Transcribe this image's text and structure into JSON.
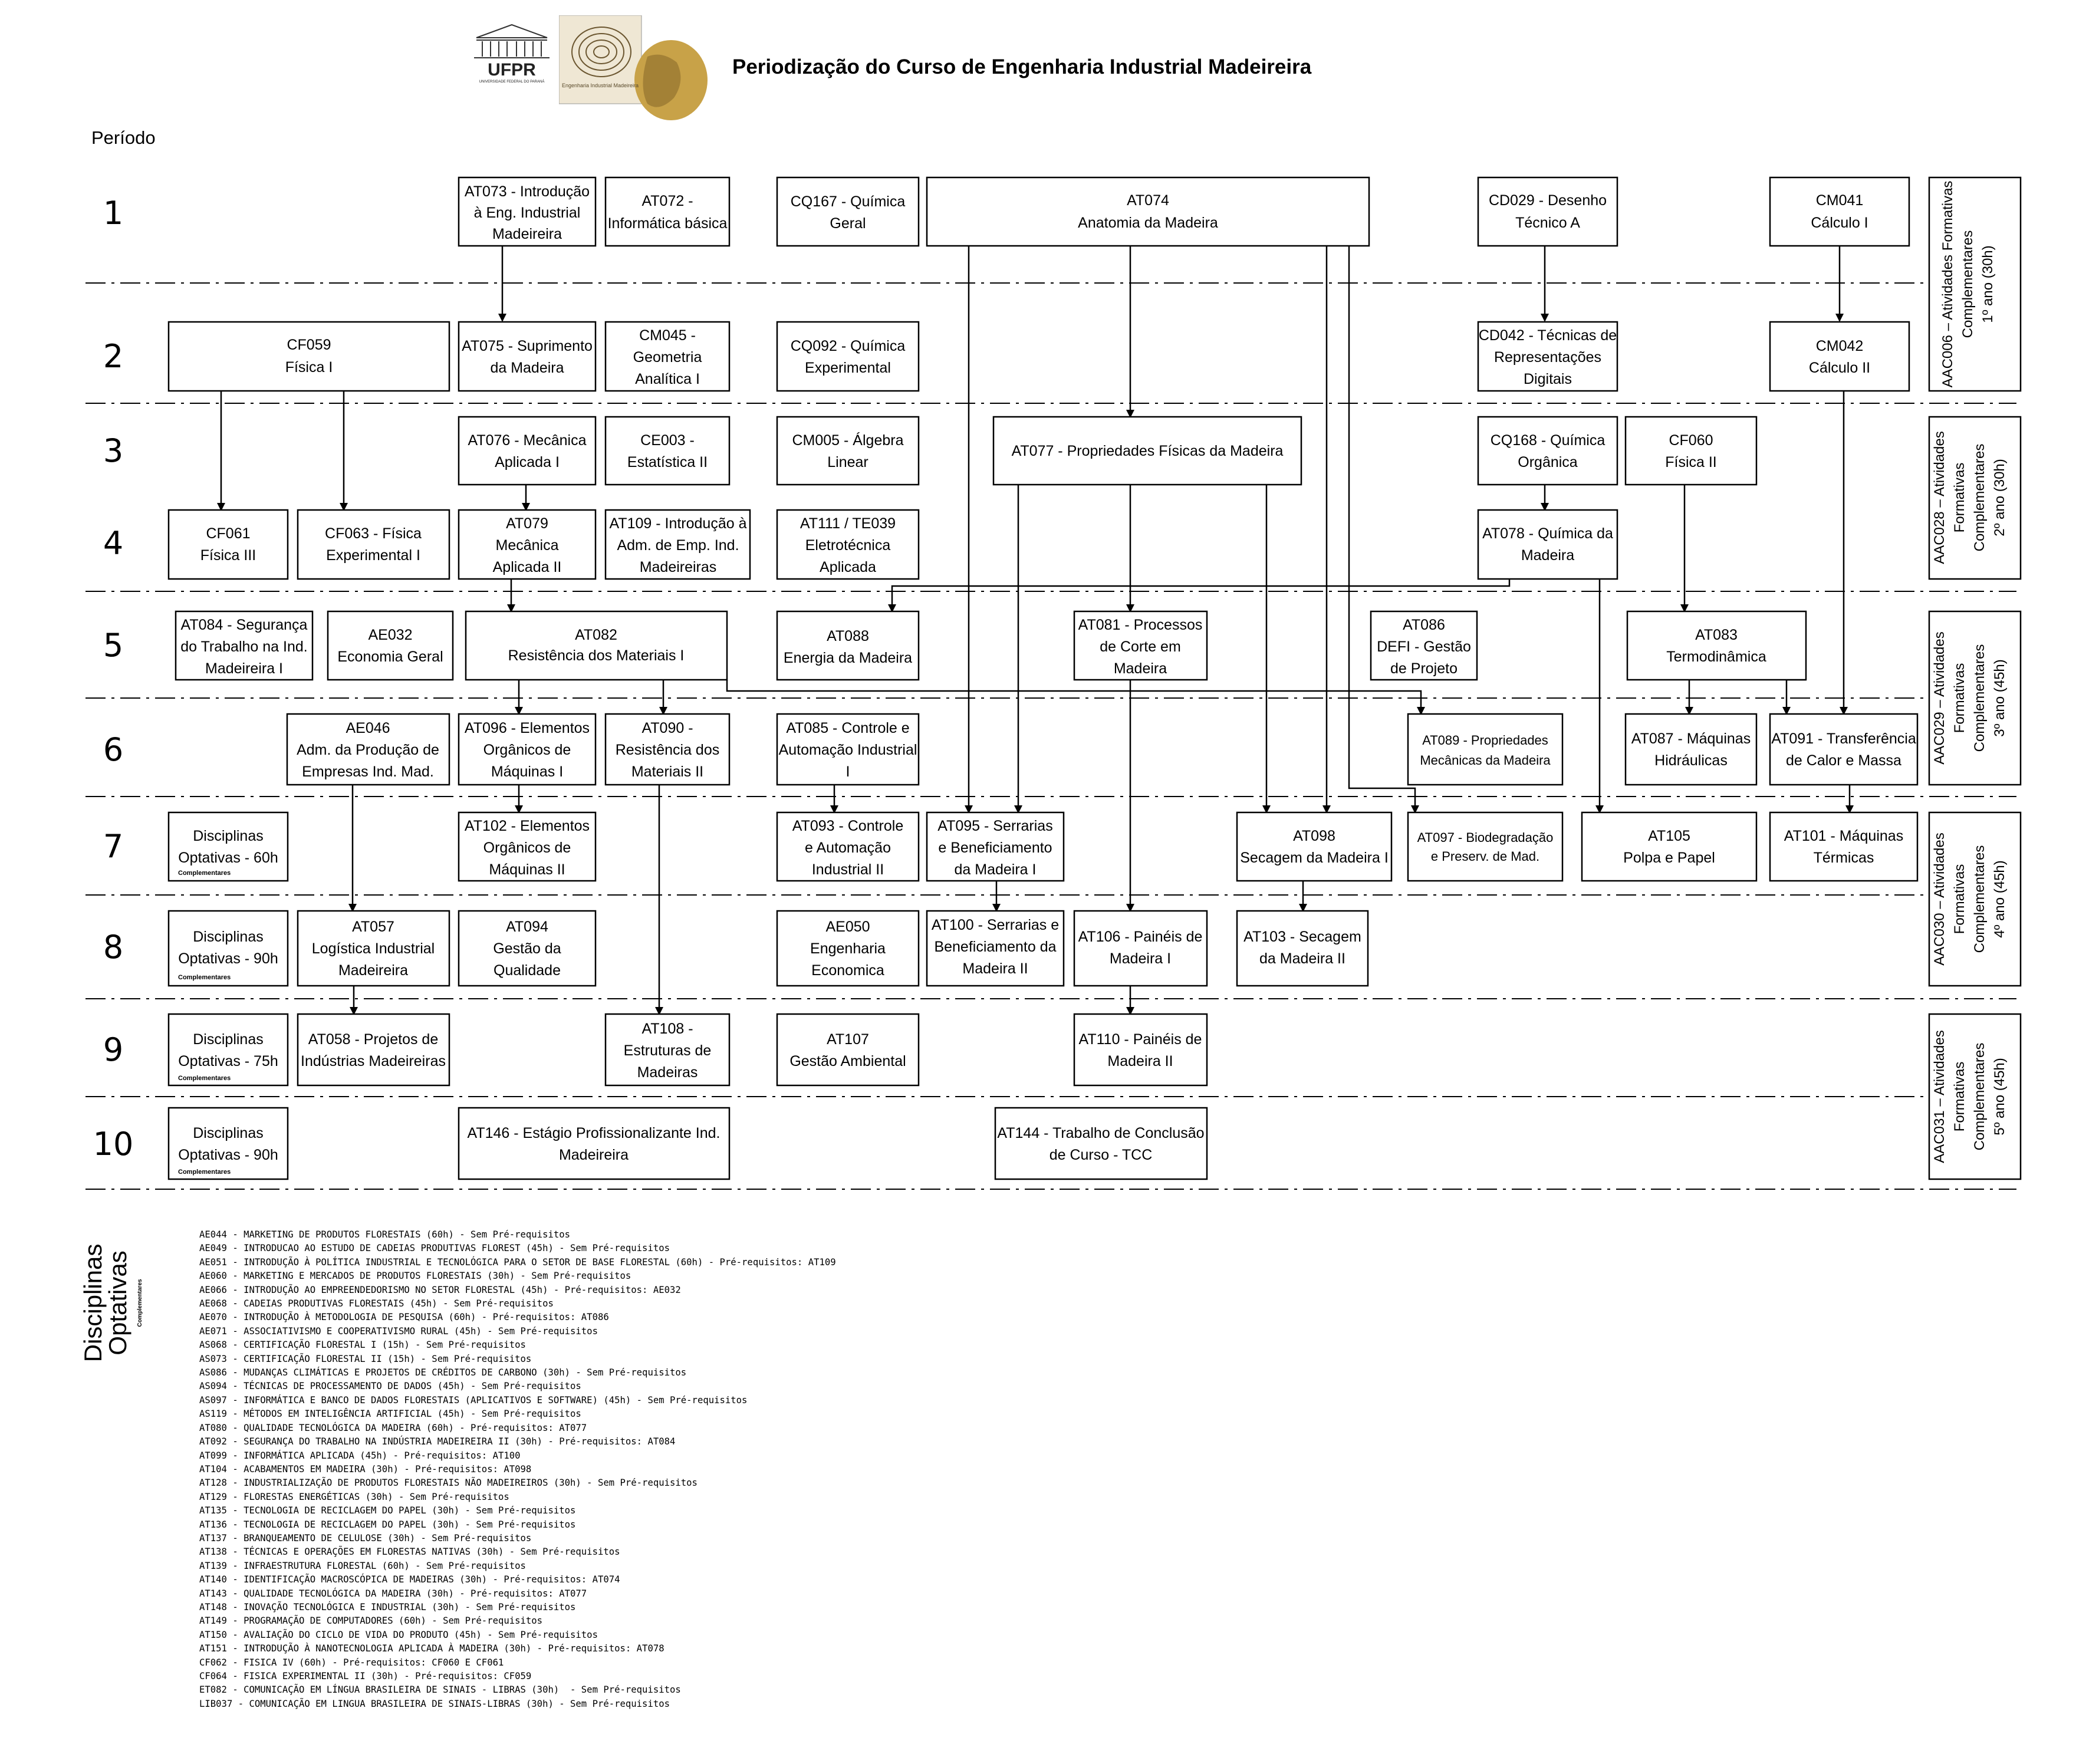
{
  "header": {
    "title": "Periodização do Curso de Engenharia Industrial Madeireira",
    "logo_ufpr_text": "UFPR",
    "logo_ufpr_subtext": "UNIVERSIDADE FEDERAL DO PARANÁ",
    "logo_eim_text": "Engenharia Industrial Madeireira"
  },
  "periodo_label": "Período",
  "periods": [
    "1",
    "2",
    "3",
    "4",
    "5",
    "6",
    "7",
    "8",
    "9",
    "10"
  ],
  "courses": [
    {
      "id": "AT073",
      "lines": [
        "AT073 - Introdução",
        "à Eng. Industrial",
        "Madeireira"
      ]
    },
    {
      "id": "AT072",
      "lines": [
        "AT072 -",
        "Informática básica"
      ]
    },
    {
      "id": "CQ167",
      "lines": [
        "CQ167 - Química",
        "Geral"
      ]
    },
    {
      "id": "AT074",
      "lines": [
        "AT074",
        "Anatomia da Madeira"
      ]
    },
    {
      "id": "CD029",
      "lines": [
        "CD029 - Desenho",
        "Técnico A"
      ]
    },
    {
      "id": "CM041",
      "lines": [
        "CM041",
        "Cálculo I"
      ]
    },
    {
      "id": "CF059",
      "lines": [
        "CF059",
        "Física I"
      ]
    },
    {
      "id": "AT075",
      "lines": [
        "AT075 - Suprimento",
        "da Madeira"
      ]
    },
    {
      "id": "CM045",
      "lines": [
        "CM045 -",
        "Geometria",
        "Analítica I"
      ]
    },
    {
      "id": "CQ092",
      "lines": [
        "CQ092 - Química",
        "Experimental"
      ]
    },
    {
      "id": "CD042",
      "lines": [
        "CD042 - Técnicas de",
        "Representações",
        "Digitais"
      ]
    },
    {
      "id": "CM042",
      "lines": [
        "CM042",
        "Cálculo II"
      ]
    },
    {
      "id": "AT076",
      "lines": [
        "AT076 - Mecânica",
        "Aplicada I"
      ]
    },
    {
      "id": "CE003",
      "lines": [
        "CE003 -",
        "Estatística II"
      ]
    },
    {
      "id": "CM005",
      "lines": [
        "CM005 - Álgebra",
        "Linear"
      ]
    },
    {
      "id": "AT077",
      "lines": [
        "AT077 - Propriedades Físicas da Madeira"
      ]
    },
    {
      "id": "CQ168",
      "lines": [
        "CQ168 - Química",
        "Orgânica"
      ]
    },
    {
      "id": "CF060",
      "lines": [
        "CF060",
        "Física II"
      ]
    },
    {
      "id": "CF061",
      "lines": [
        "CF061",
        "Física III"
      ]
    },
    {
      "id": "CF063",
      "lines": [
        "CF063 - Física",
        "Experimental I"
      ]
    },
    {
      "id": "AT079",
      "lines": [
        "AT079",
        "Mecânica",
        "Aplicada II"
      ]
    },
    {
      "id": "AT109",
      "lines": [
        "AT109 - Introdução à",
        "Adm. de Emp. Ind.",
        "Madeireiras"
      ]
    },
    {
      "id": "AT111",
      "lines": [
        "AT111 / TE039",
        "Eletrotécnica",
        "Aplicada"
      ]
    },
    {
      "id": "AT078",
      "lines": [
        "AT078 - Química da",
        "Madeira"
      ]
    },
    {
      "id": "AT084",
      "lines": [
        "AT084 - Segurança",
        "do Trabalho na Ind.",
        "Madeireira I"
      ]
    },
    {
      "id": "AE032",
      "lines": [
        "AE032",
        "Economia Geral"
      ]
    },
    {
      "id": "AT082",
      "lines": [
        "AT082",
        "Resistência dos Materiais I"
      ]
    },
    {
      "id": "AT088",
      "lines": [
        "AT088",
        "Energia da Madeira"
      ]
    },
    {
      "id": "AT081",
      "lines": [
        "AT081 - Processos",
        "de Corte em",
        "Madeira"
      ]
    },
    {
      "id": "AT086",
      "lines": [
        "AT086",
        "DEFI - Gestão",
        "de Projeto"
      ]
    },
    {
      "id": "AT083",
      "lines": [
        "AT083",
        "Termodinâmica"
      ]
    },
    {
      "id": "AE046",
      "lines": [
        "AE046",
        "Adm. da Produção de",
        "Empresas Ind. Mad."
      ]
    },
    {
      "id": "AT096",
      "lines": [
        "AT096 - Elementos",
        "Orgânicos de",
        "Máquinas I"
      ]
    },
    {
      "id": "AT090",
      "lines": [
        "AT090 -",
        "Resistência dos",
        "Materiais II"
      ]
    },
    {
      "id": "AT085",
      "lines": [
        "AT085 - Controle e",
        "Automação Industrial",
        "I"
      ]
    },
    {
      "id": "AT089",
      "lines": [
        "AT089 - Propriedades",
        "Mecânicas da Madeira"
      ]
    },
    {
      "id": "AT087",
      "lines": [
        "AT087 - Máquinas",
        "Hidráulicas"
      ]
    },
    {
      "id": "AT091",
      "lines": [
        "AT091 - Transferência",
        "de Calor e Massa"
      ]
    },
    {
      "id": "OPT60",
      "lines": [
        "Disciplinas",
        "Optativas - 60h"
      ],
      "sub": "Complementares"
    },
    {
      "id": "AT102",
      "lines": [
        "AT102 - Elementos",
        "Orgânicos de",
        "Máquinas II"
      ]
    },
    {
      "id": "AT093",
      "lines": [
        "AT093 - Controle",
        "e Automação",
        "Industrial II"
      ]
    },
    {
      "id": "AT095",
      "lines": [
        "AT095 - Serrarias",
        "e Beneficiamento",
        "da Madeira I"
      ]
    },
    {
      "id": "AT098",
      "lines": [
        "AT098",
        "Secagem da Madeira I"
      ]
    },
    {
      "id": "AT097",
      "lines": [
        "AT097 - Biodegradação",
        "e Preserv. de Mad."
      ]
    },
    {
      "id": "AT105",
      "lines": [
        "AT105",
        "Polpa e Papel"
      ]
    },
    {
      "id": "AT101",
      "lines": [
        "AT101 - Máquinas",
        "Térmicas"
      ]
    },
    {
      "id": "OPT90A",
      "lines": [
        "Disciplinas",
        "Optativas - 90h"
      ],
      "sub": "Complementares"
    },
    {
      "id": "AT057",
      "lines": [
        "AT057",
        "Logística Industrial",
        "Madeireira"
      ]
    },
    {
      "id": "AT094",
      "lines": [
        "AT094",
        "Gestão da",
        "Qualidade"
      ]
    },
    {
      "id": "AE050",
      "lines": [
        "AE050",
        "Engenharia",
        "Economica"
      ]
    },
    {
      "id": "AT100",
      "lines": [
        "AT100 - Serrarias e",
        "Beneficiamento da",
        "Madeira II"
      ]
    },
    {
      "id": "AT106",
      "lines": [
        "AT106 - Painéis de",
        "Madeira I"
      ]
    },
    {
      "id": "AT103",
      "lines": [
        "AT103 - Secagem",
        "da Madeira II"
      ]
    },
    {
      "id": "OPT75",
      "lines": [
        "Disciplinas",
        "Optativas - 75h"
      ],
      "sub": "Complementares"
    },
    {
      "id": "AT058",
      "lines": [
        "AT058 - Projetos de",
        "Indústrias Madeireiras"
      ]
    },
    {
      "id": "AT108",
      "lines": [
        "AT108 -",
        "Estruturas de",
        "Madeiras"
      ]
    },
    {
      "id": "AT107",
      "lines": [
        "AT107",
        "Gestão Ambiental"
      ]
    },
    {
      "id": "AT110",
      "lines": [
        "AT110 - Painéis de",
        "Madeira II"
      ]
    },
    {
      "id": "OPT90B",
      "lines": [
        "Disciplinas",
        "Optativas -  90h"
      ],
      "sub": "Complementares"
    },
    {
      "id": "AT146",
      "lines": [
        "AT146 - Estágio Profissionalizante Ind.",
        "Madeireira"
      ]
    },
    {
      "id": "AT144",
      "lines": [
        "AT144 - Trabalho de Conclusão",
        "de Curso - TCC"
      ]
    }
  ],
  "side_boxes": [
    {
      "id": "AAC006",
      "lines": [
        "AAC006 – Atividades Formativas",
        "Complementares",
        "1º ano (30h)"
      ]
    },
    {
      "id": "AAC028",
      "lines": [
        "AAC028 – Atividades",
        "Formativas",
        "Complementares",
        "2º ano (30h)"
      ]
    },
    {
      "id": "AAC029",
      "lines": [
        "AAC029 – Atividades",
        "Formativas",
        "Complementares",
        "3º ano (45h)"
      ]
    },
    {
      "id": "AAC030",
      "lines": [
        "AAC030 – Atividades",
        "Formativas",
        "Complementares",
        "4º ano (45h)"
      ]
    },
    {
      "id": "AAC031",
      "lines": [
        "AAC031 – Atividades",
        "Formativas",
        "Complementares",
        "5º ano (45h)"
      ]
    }
  ],
  "optativas_side": {
    "line1": "Disciplinas",
    "line2": "Optativas",
    "sub": "Complementares"
  },
  "optativas_list": [
    "AE044 - MARKETING DE PRODUTOS FLORESTAIS (60h) - Sem Pré-requisitos",
    "AE049 - INTRODUCAO AO ESTUDO DE CADEIAS PRODUTIVAS FLOREST (45h) - Sem Pré-requisitos",
    "AE051 - INTRODUÇÃO À POLÍTICA INDUSTRIAL E TECNOLÓGICA PARA O SETOR DE BASE FLORESTAL (60h) - Pré-requisitos: AT109",
    "AE060 - MARKETING E MERCADOS DE PRODUTOS FLORESTAIS (30h) - Sem Pré-requisitos",
    "AE066 - INTRODUÇÃO AO EMPREENDEDORISMO NO SETOR FLORESTAL (45h) - Pré-requisitos: AE032",
    "AE068 - CADEIAS PRODUTIVAS FLORESTAIS (45h) - Sem Pré-requisitos",
    "AE070 - INTRODUÇÃO À METODOLOGIA DE PESQUISA (60h) - Pré-requisitos: AT086",
    "AE071 - ASSOCIATIVISMO E COOPERATIVISMO RURAL (45h) - Sem Pré-requisitos",
    "AS068 - CERTIFICAÇÃO FLORESTAL I (15h) - Sem Pré-requisitos",
    "AS073 - CERTIFICAÇÃO FLORESTAL II (15h) - Sem Pré-requisitos",
    "AS086 - MUDANÇAS CLIMÁTICAS E PROJETOS DE CRÉDITOS DE CARBONO (30h) - Sem Pré-requisitos",
    "AS094 - TÉCNICAS DE PROCESSAMENTO DE DADOS (45h) - Sem Pré-requisitos",
    "AS097 - INFORMÁTICA E BANCO DE DADOS FLORESTAIS (APLICATIVOS E SOFTWARE) (45h) - Sem Pré-requisitos",
    "AS119 - MÉTODOS EM INTELIGÊNCIA ARTIFICIAL (45h) - Sem Pré-requisitos",
    "AT080 - QUALIDADE TECNOLÓGICA DA MADEIRA (60h) - Pré-requisitos: AT077",
    "AT092 - SEGURANÇA DO TRABALHO NA INDÚSTRIA MADEIREIRA II (30h) - Pré-requisitos: AT084",
    "AT099 - INFORMÁTICA APLICADA (45h) - Pré-requisitos: AT100",
    "AT104 - ACABAMENTOS EM MADEIRA (30h) - Pré-requisitos: AT098",
    "AT128 - INDUSTRIALIZAÇÃO DE PRODUTOS FLORESTAIS NÃO MADEIREIROS (30h) - Sem Pré-requisitos",
    "AT129 - FLORESTAS ENERGÉTICAS (30h) - Sem Pré-requisitos",
    "AT135 - TECNOLOGIA DE RECICLAGEM DO PAPEL (30h) - Sem Pré-requisitos",
    "AT136 - TECNOLOGIA DE RECICLAGEM DO PAPEL (30h) - Sem Pré-requisitos",
    "AT137 - BRANQUEAMENTO DE CELULOSE (30h) - Sem Pré-requisitos",
    "AT138 - TÉCNICAS E OPERAÇÕES EM FLORESTAS NATIVAS (30h) - Sem Pré-requisitos",
    "AT139 - INFRAESTRUTURA FLORESTAL (60h) - Sem Pré-requisitos",
    "AT140 - IDENTIFICAÇÃO MACROSCÓPICA DE MADEIRAS (30h) - Pré-requisitos: AT074",
    "AT143 - QUALIDADE TECNOLÓGICA DA MADEIRA (30h) - Pré-requisitos: AT077",
    "AT148 - INOVAÇÃO TECNOLÓGICA E INDUSTRIAL (30h) - Sem Pré-requisitos",
    "AT149 - PROGRAMAÇÃO DE COMPUTADORES (60h) - Sem Pré-requisitos",
    "AT150 - AVALIAÇÃO DO CICLO DE VIDA DO PRODUTO (45h) - Sem Pré-requisitos",
    "AT151 - INTRODUÇÃO À NANOTECNOLOGIA APLICADA À MADEIRA (30h) - Pré-requisitos: AT078",
    "CF062 - FISICA IV (60h) - Pré-requisitos: CF060 E CF061",
    "CF064 - FISICA EXPERIMENTAL II (30h) - Pré-requisitos: CF059",
    "ET082 - COMUNICAÇÃO EM LÍNGUA BRASILEIRA DE SINAIS - LIBRAS (30h)  - Sem Pré-requisitos",
    "LIB037 - COMUNICAÇÃO EM LINGUA BRASILEIRA DE SINAIS-LIBRAS (30h) - Sem Pré-requisitos"
  ],
  "colors": {
    "line": "#000000",
    "background": "#ffffff",
    "logo_gold": "#c8a248"
  }
}
